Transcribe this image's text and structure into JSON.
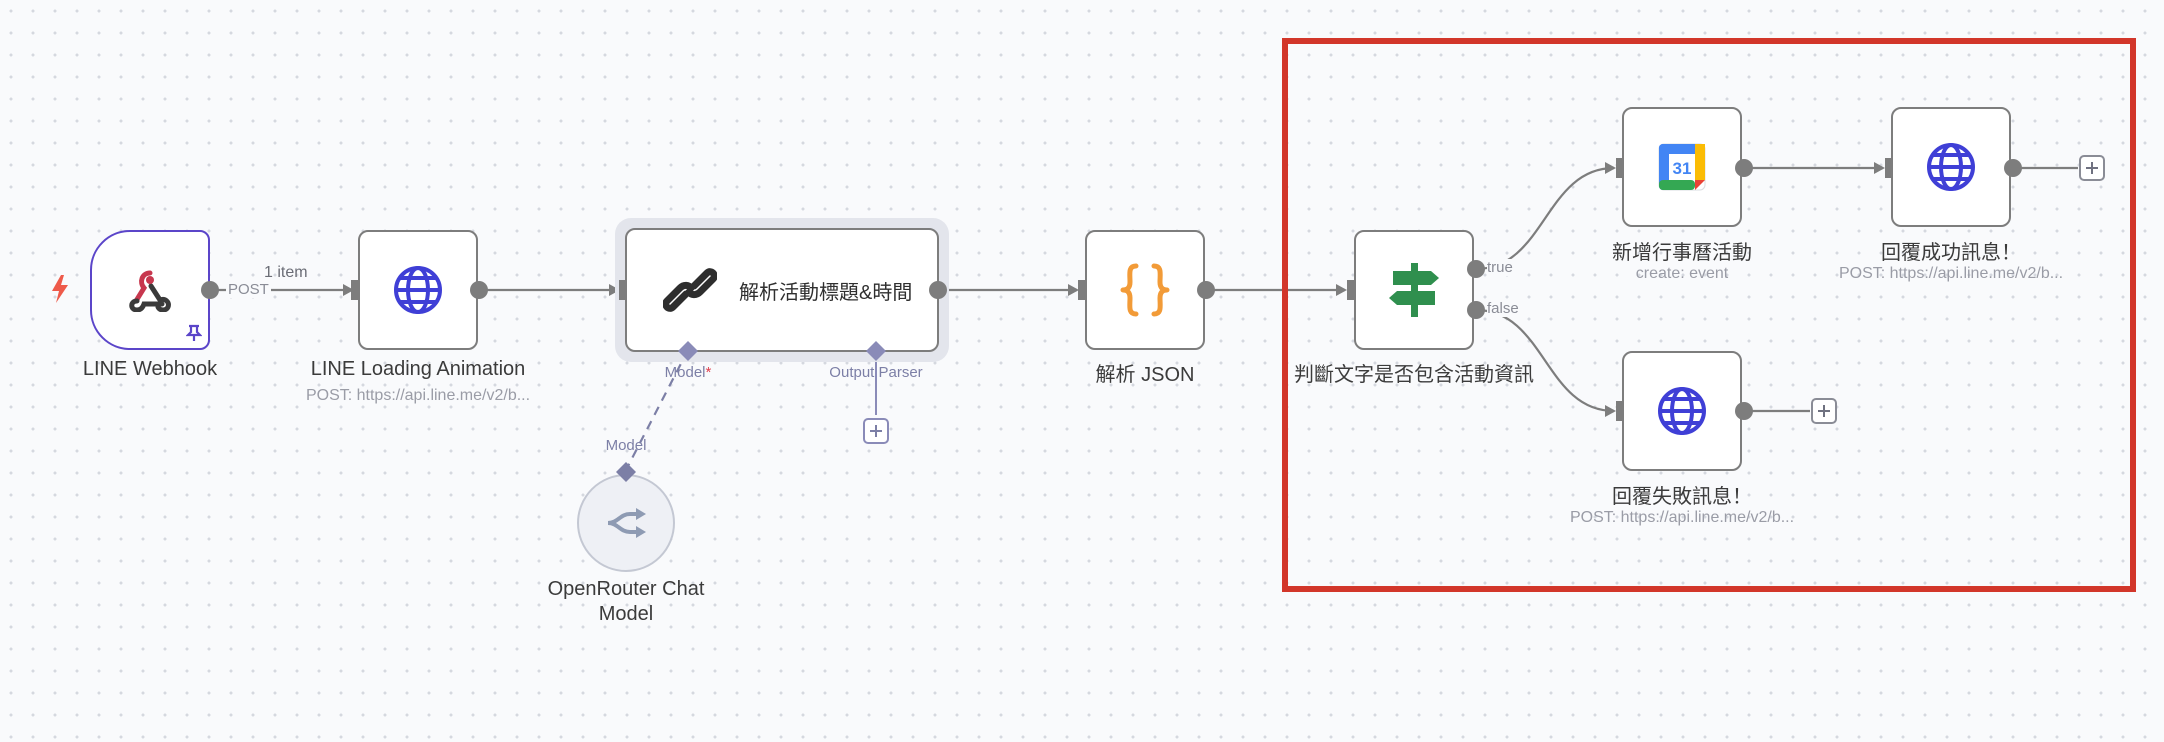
{
  "colors": {
    "canvas_bg": "#f9fafc",
    "node_border": "#7d7d7d",
    "trigger_border": "#5b45c9",
    "globe_blue": "#3f3fd6",
    "json_orange": "#f29b38",
    "if_green": "#2f8f4e",
    "highlight_red": "#d2362a",
    "trigger_bolt": "#ee5a4a"
  },
  "nodes": {
    "webhook": {
      "title": "LINE Webhook",
      "icon": "webhook-icon"
    },
    "loading": {
      "title": "LINE Loading Animation",
      "subtitle": "POST: https://api.line.me/v2/b...",
      "icon": "globe-icon"
    },
    "agent": {
      "title": "解析活動標題&時間",
      "icon": "link-chain-icon"
    },
    "json": {
      "title": "解析 JSON",
      "icon": "code-braces-icon"
    },
    "if": {
      "title": "判斷文字是否包含活動資訊",
      "icon": "signpost-icon"
    },
    "calendar": {
      "title": "新增行事曆活動",
      "subtitle": "create: event",
      "icon": "google-calendar-icon",
      "day": "31"
    },
    "success": {
      "title": "回覆成功訊息！",
      "subtitle": "POST: https://api.line.me/v2/b...",
      "icon": "globe-icon"
    },
    "fail": {
      "title": "回覆失敗訊息！",
      "subtitle": "POST: https://api.line.me/v2/b...",
      "icon": "globe-icon"
    },
    "openrouter": {
      "title_line1": "OpenRouter Chat",
      "title_line2": "Model",
      "icon": "openrouter-icon"
    }
  },
  "edges": {
    "webhook_count": "1 item",
    "webhook_method": "POST",
    "true_label": "true",
    "false_label": "false"
  },
  "handles": {
    "model": "Model",
    "model_required": "*",
    "output_parser": "Output Parser",
    "openrouter_model": "Model"
  }
}
